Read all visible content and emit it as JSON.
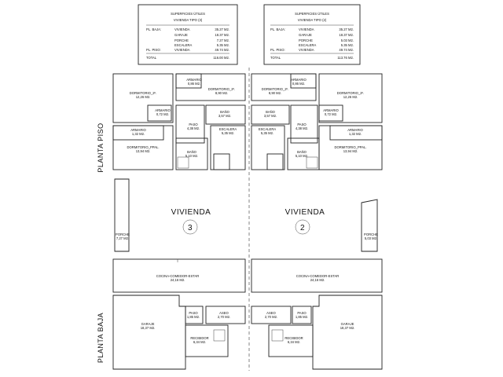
{
  "tables": {
    "left": {
      "title1": "SUPERFICIES ÚTILES",
      "title2": "VIVIENDA TIPO (3)",
      "rows": [
        {
          "floor": "PL. BAJA:",
          "room": "VIVIENDA",
          "value": "35.27 M2."
        },
        {
          "floor": "",
          "room": "GARAJE",
          "value": "18.37 M2."
        },
        {
          "floor": "",
          "room": "PORCHE",
          "value": "7.27 M2."
        },
        {
          "floor": "",
          "room": "ESCALERA",
          "value": "5.35 M2."
        },
        {
          "floor": "PL. PISO:",
          "room": "VIVIENDA",
          "value": "49.74 M2."
        }
      ],
      "total_label": "TOTAL",
      "total_value": "116.00 M2."
    },
    "right": {
      "title1": "SUPERFICIES ÚTILES",
      "title2": "VIVIENDA TIPO (2)",
      "rows": [
        {
          "floor": "PL. BAJA:",
          "room": "VIVIENDA",
          "value": "35.27 M2."
        },
        {
          "floor": "",
          "room": "GARAJE",
          "value": "18.37 M2."
        },
        {
          "floor": "",
          "room": "PORCHE",
          "value": "5.03 M2."
        },
        {
          "floor": "",
          "room": "ESCALERA",
          "value": "5.35 M2."
        },
        {
          "floor": "PL. PISO:",
          "room": "VIVIENDA",
          "value": "49.74 M2."
        }
      ],
      "total_label": "TOTAL",
      "total_value": "113.76 M2."
    }
  },
  "side_labels": {
    "upper": "PLANTA PISO",
    "lower": "PLANTA BAJA"
  },
  "houses": {
    "left": {
      "name": "VIVIENDA",
      "number": "3"
    },
    "right": {
      "name": "VIVIENDA",
      "number": "2"
    }
  },
  "rooms": {
    "left": {
      "armario_top": {
        "name": "ARMARIO",
        "area": "0,86 M2."
      },
      "dorm2_small": {
        "name": "DORMITORIO_2º.",
        "area": "8,90 M2."
      },
      "dorm2_large": {
        "name": "DORMITORIO_2º.",
        "area": "12,26 M2."
      },
      "armario_mid": {
        "name": "ARMARIO",
        "area": "0,72 M2."
      },
      "bano_top": {
        "name": "BAÑO",
        "area": "3,57 M2."
      },
      "paso": {
        "name": "PASO",
        "area": "4,38 M2."
      },
      "escalera": {
        "name": "ESCALERA",
        "area": "5,35 M2."
      },
      "armario_ppal": {
        "name": "ARMARIO",
        "area": "1,32 M2."
      },
      "dorm_ppal": {
        "name": "DORMITORIO_PPAL.",
        "area": "13,94 M2."
      },
      "bano_low": {
        "name": "BAÑO",
        "area": "5,10 M2."
      },
      "porche": {
        "name": "PORCHE",
        "area": "7,27 M2."
      },
      "cocina": {
        "name": "COCINA-COMEDOR-ESTAR",
        "area": "24,16 M2."
      },
      "paso_bajo": {
        "name": "PASO",
        "area": "1,85 M2."
      },
      "aseo": {
        "name": "ASEO",
        "area": "2,70 M2."
      },
      "garaje": {
        "name": "GARAJE",
        "area": "18,37 M2."
      },
      "recibidor": {
        "name": "RECIBIDOR",
        "area": "6,34 M2."
      }
    },
    "right": {
      "armario_top": {
        "name": "ARMARIO",
        "area": "0,86 M2."
      },
      "dorm2_small": {
        "name": "DORMITORIO_2º.",
        "area": "8,90 M2."
      },
      "dorm2_large": {
        "name": "DORMITORIO_2º.",
        "area": "12,26 M2."
      },
      "armario_mid": {
        "name": "ARMARIO",
        "area": "0,72 M2."
      },
      "bano_top": {
        "name": "BAÑO",
        "area": "3,57 M2."
      },
      "paso": {
        "name": "PASO",
        "area": "4,38 M2."
      },
      "escalera": {
        "name": "ESCALERA",
        "area": "5,35 M2."
      },
      "armario_ppal": {
        "name": "ARMARIO",
        "area": "1,32 M2."
      },
      "dorm_ppal": {
        "name": "DORMITORIO_PPAL.",
        "area": "13,94 M2."
      },
      "bano_low": {
        "name": "BAÑO",
        "area": "5,10 M2."
      },
      "porche": {
        "name": "PORCHE",
        "area": "5,03 M2."
      },
      "cocina": {
        "name": "COCINA-COMEDOR-ESTAR",
        "area": "24,16 M2."
      },
      "paso_bajo": {
        "name": "PASO",
        "area": "1,85 M2."
      },
      "aseo": {
        "name": "ASEO",
        "area": "2,70 M2."
      },
      "garaje": {
        "name": "GARAJE",
        "area": "18,37 M2."
      },
      "recibidor": {
        "name": "RECIBIDOR",
        "area": "6,34 M2."
      }
    }
  }
}
